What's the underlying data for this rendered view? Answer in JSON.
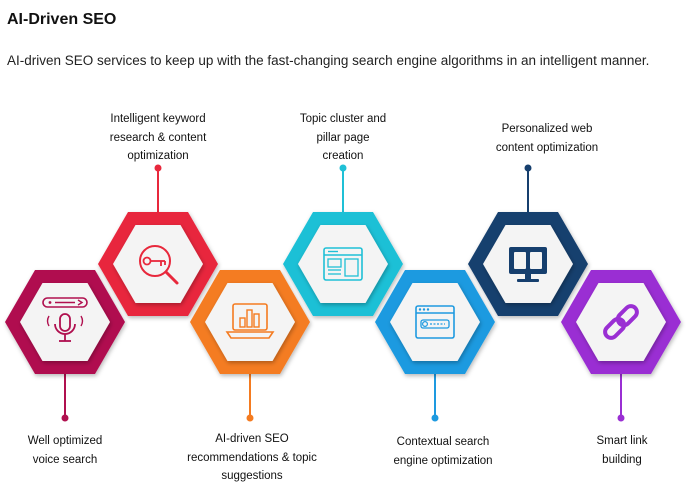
{
  "header": {
    "title": "AI-Driven SEO",
    "subtitle": "AI-driven SEO services to keep up with the fast-changing search engine algorithms in an intelligent manner."
  },
  "nodes": [
    {
      "label": "Well optimized\nvoice search",
      "color": "#b0104f",
      "icon": "microphone-search-icon"
    },
    {
      "label": "Intelligent keyword\nresearch & content\noptimization",
      "color": "#e8283c",
      "icon": "key-magnifier-icon"
    },
    {
      "label": "AI-driven SEO\nrecommendations & topic\nsuggestions",
      "color": "#f47b20",
      "icon": "laptop-chart-icon"
    },
    {
      "label": "Topic cluster and\npillar page\ncreation",
      "color": "#1fc0d6",
      "icon": "web-layout-icon"
    },
    {
      "label": "Contextual search\nengine optimization",
      "color": "#1e9ae0",
      "icon": "browser-search-icon"
    },
    {
      "label": "Personalized web\ncontent optimization",
      "color": "#163f6e",
      "icon": "monitor-icon"
    },
    {
      "label": "Smart link\nbuilding",
      "color": "#9a2fd3",
      "icon": "chain-link-icon"
    }
  ]
}
